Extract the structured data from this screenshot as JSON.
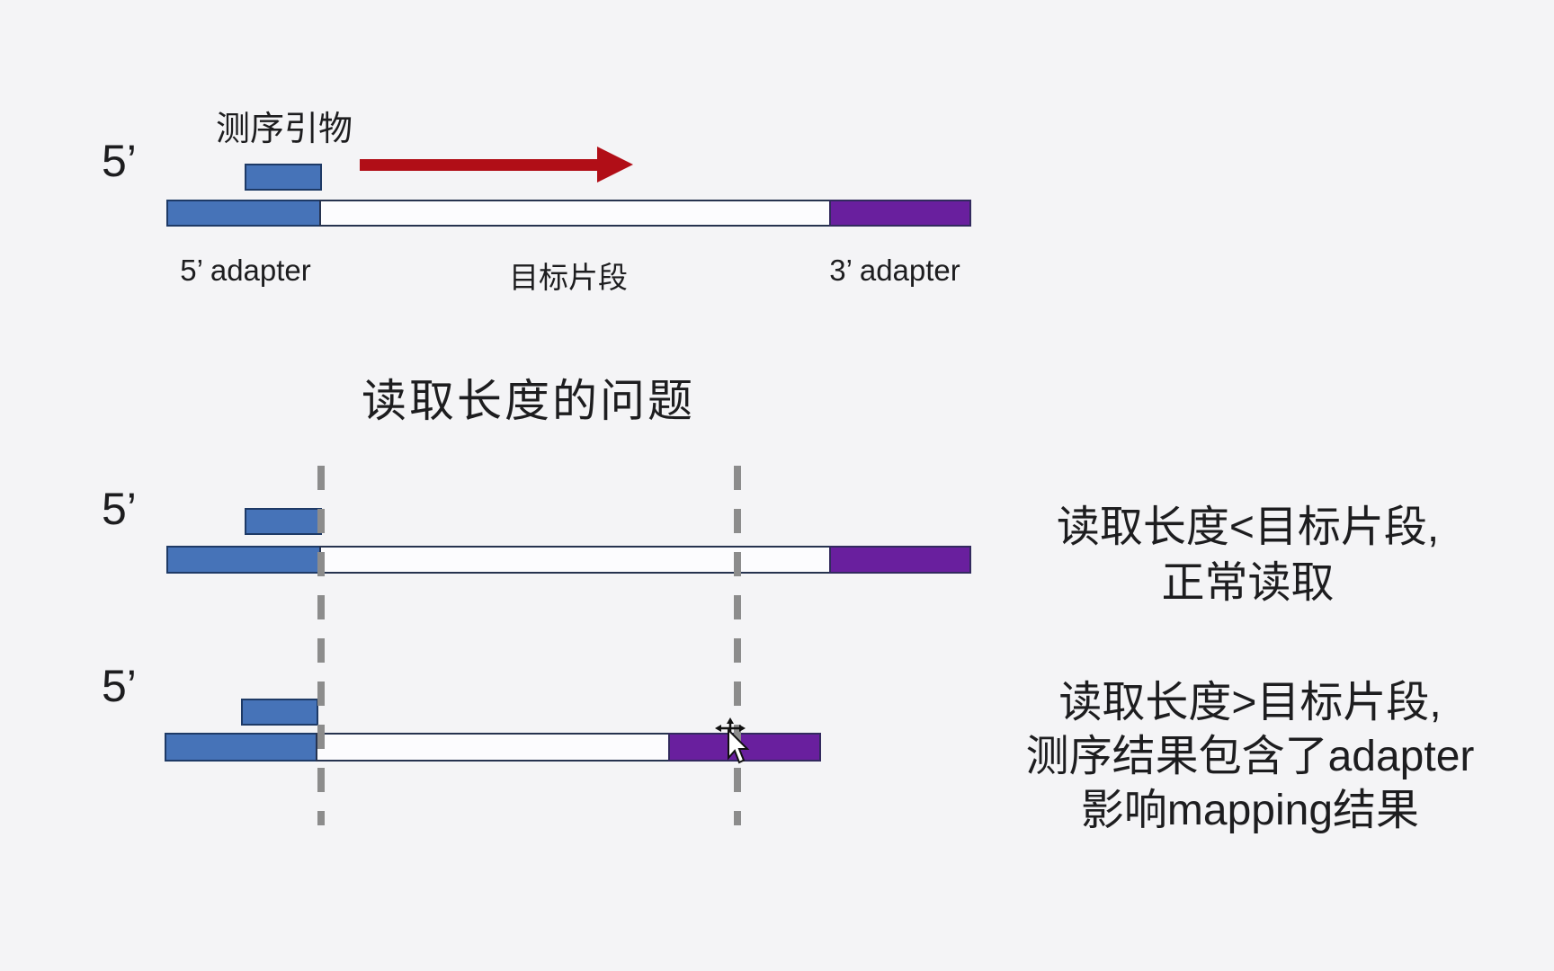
{
  "colors": {
    "page-bg": "#f4f4f6",
    "blue-fill": "#4673b8",
    "blue-border": "#1e3a66",
    "white-fill": "#fcfcfe",
    "white-border": "#26334f",
    "purple-fill": "#691f9e",
    "purple-border": "#322a5e",
    "arrow-red": "#b10e17",
    "dash-gray": "#8c8c8c",
    "text": "#1d1d1f"
  },
  "top_diagram": {
    "five_prime": "5’",
    "primer_label": "测序引物",
    "adapter5_label": "5’ adapter",
    "target_label": "目标片段",
    "adapter3_label": "3’ adapter"
  },
  "section_title": "读取长度的问题",
  "case_short_read": {
    "five_prime": "5’",
    "caption_line1": "读取长度<目标片段,",
    "caption_line2": "正常读取"
  },
  "case_long_read": {
    "five_prime": "5’",
    "caption_line1": "读取长度>目标片段,",
    "caption_line2": "测序结果包含了adapter",
    "caption_line3": "影响mapping结果"
  }
}
